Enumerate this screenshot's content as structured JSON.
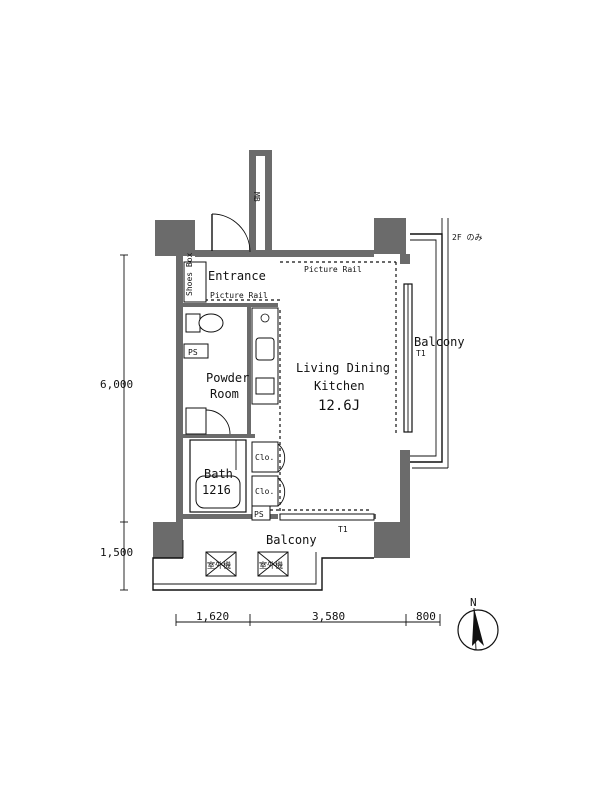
{
  "rooms": {
    "entrance": "Entrance",
    "shoes_box": "Shoes Box",
    "picture_rail_top": "Picture Rail",
    "picture_rail_entrance": "Picture Rail",
    "ps_top": "PS",
    "ps_bottom": "PS",
    "powder_line1": "Powder",
    "powder_line2": "Room",
    "bath_line1": "Bath",
    "bath_line2": "1216",
    "clo1": "Clo.",
    "clo2": "Clo.",
    "ldk_line1": "Living Dining",
    "ldk_line2": "Kitchen",
    "ldk_size": "12.6J",
    "balcony_right": "Balcony",
    "balcony_bottom": "Balcony",
    "mb": "MB",
    "floor_note": "2F のみ",
    "t1": "T1",
    "t2": "T1",
    "aircon1": "室外機",
    "aircon2": "室外機"
  },
  "dimensions": {
    "v_top": "6,000",
    "v_bottom": "1,500",
    "h_left": "1,620",
    "h_mid": "3,580",
    "h_right": "800"
  },
  "compass": {
    "label": "N"
  }
}
